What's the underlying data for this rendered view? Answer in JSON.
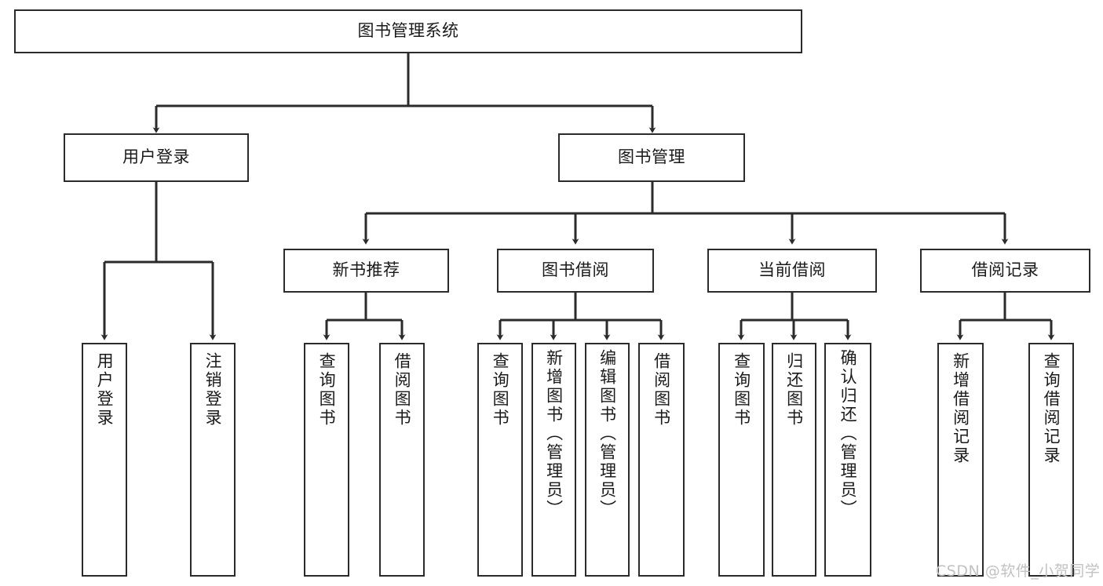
{
  "diagram": {
    "title": "图书管理系统",
    "type": "tree-hierarchy-chart",
    "watermark": "CSDN @软件_小贺同学",
    "colors": {
      "background": "#ffffff",
      "box_border": "#2b2b2b",
      "box_fill": "#ffffff",
      "connector": "#2b2b2b",
      "text": "#1a1a1a",
      "watermark": "#c2c2c2"
    },
    "levels": {
      "root": {
        "label": "图书管理系统"
      },
      "level2": [
        {
          "id": "user-login",
          "label": "用户登录"
        },
        {
          "id": "book-management",
          "label": "图书管理"
        }
      ],
      "level3": [
        {
          "id": "new-book-recommend",
          "label": "新书推荐"
        },
        {
          "id": "book-borrow",
          "label": "图书借阅"
        },
        {
          "id": "current-borrow",
          "label": "当前借阅"
        },
        {
          "id": "borrow-record",
          "label": "借阅记录"
        }
      ],
      "leaves": {
        "user_login": [
          {
            "id": "leaf-user-login",
            "label": "用户登录"
          },
          {
            "id": "leaf-logout-login",
            "label": "注销登录"
          }
        ],
        "new_book_recommend": [
          {
            "id": "leaf-query-book-1",
            "label": "查询图书"
          },
          {
            "id": "leaf-borrow-book-1",
            "label": "借阅图书"
          }
        ],
        "book_borrow": [
          {
            "id": "leaf-query-book-2",
            "label": "查询图书"
          },
          {
            "id": "leaf-add-book-admin",
            "label": "新增图书（管理员）"
          },
          {
            "id": "leaf-edit-book-admin",
            "label": "编辑图书（管理员）"
          },
          {
            "id": "leaf-borrow-book-2",
            "label": "借阅图书"
          }
        ],
        "current_borrow": [
          {
            "id": "leaf-query-book-3",
            "label": "查询图书"
          },
          {
            "id": "leaf-return-book",
            "label": "归还图书"
          },
          {
            "id": "leaf-confirm-return-admin",
            "label": "确认归还（管理员）"
          }
        ],
        "borrow_record": [
          {
            "id": "leaf-add-borrow-record",
            "label": "新增借阅记录"
          },
          {
            "id": "leaf-query-borrow-record",
            "label": "查询借阅记录"
          }
        ]
      }
    }
  }
}
